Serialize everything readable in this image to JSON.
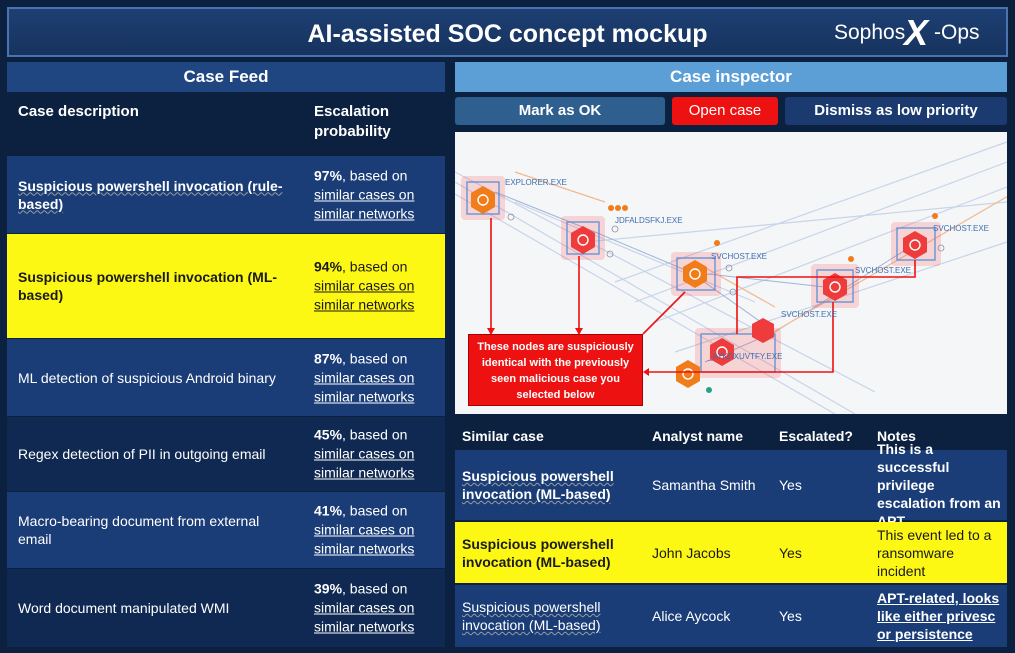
{
  "header": {
    "title": "AI-assisted SOC concept mockup",
    "logo_left": "Sophos",
    "logo_x": "X",
    "logo_right": "-Ops"
  },
  "case_feed": {
    "title": "Case Feed",
    "col_description": "Case description",
    "col_escalation_1": "Escalation",
    "col_escalation_2": "probability",
    "link_line_1": "similar cases on",
    "link_line_2": "similar networks",
    "rows": [
      {
        "description": "Suspicious powershell invocation (rule-based)",
        "pct": "97%",
        "based": ", based on"
      },
      {
        "description": "Suspicious powershell invocation (ML-based)",
        "pct": "94%",
        "based": ", based on"
      },
      {
        "description": "ML detection of suspicious Android binary",
        "pct": "87%",
        "based": ", based on"
      },
      {
        "description": "Regex detection of PII in outgoing email",
        "pct": "45%",
        "based": ", based on"
      },
      {
        "description": "Macro-bearing document from external email",
        "pct": "41%",
        "based": ", based on"
      },
      {
        "description": "Word document manipulated WMI",
        "pct": "39%",
        "based": ", based on"
      }
    ]
  },
  "inspector": {
    "title": "Case inspector",
    "btn_ok": "Mark as OK",
    "btn_open": "Open case",
    "btn_dismiss": "Dismiss as low priority",
    "graph_nodes": {
      "explorer": "EXPLORER.EXE",
      "jdfal": "JDFALDSFKJ.EXE",
      "svchost1": "SVCHOST.EXE",
      "svchost2": "SVCHOST.EXE",
      "svchost3": "SVCHOST.EXE",
      "svchost4": "SVCHOST.EXE",
      "aykd": "_AYKDXUVTFY.EXE"
    },
    "callout": "These nodes are suspiciously identical with the previously seen malicious case you selected below",
    "similar": {
      "col_case": "Similar case",
      "col_analyst": "Analyst name",
      "col_escalated": "Escalated?",
      "col_notes": "Notes",
      "rows": [
        {
          "case": "Suspicious powershell invocation (ML-based)",
          "analyst": "Samantha Smith",
          "escalated": "Yes",
          "notes": "This is a successful privilege escalation from an APT"
        },
        {
          "case": "Suspicious powershell invocation (ML-based)",
          "analyst": "John Jacobs",
          "escalated": "Yes",
          "notes": "This event led to a ransomware incident"
        },
        {
          "case": "Suspicious powershell invocation (ML-based)",
          "analyst": "Alice Aycock",
          "escalated": "Yes",
          "notes": "APT-related, looks like either privesc or persistence"
        }
      ]
    }
  },
  "colors": {
    "panel_dark": "#0c2140",
    "row_blue": "#1a3d78",
    "highlight": "#fdf714",
    "accent_red": "#ee1111",
    "inspector_header": "#5b9fd6"
  }
}
